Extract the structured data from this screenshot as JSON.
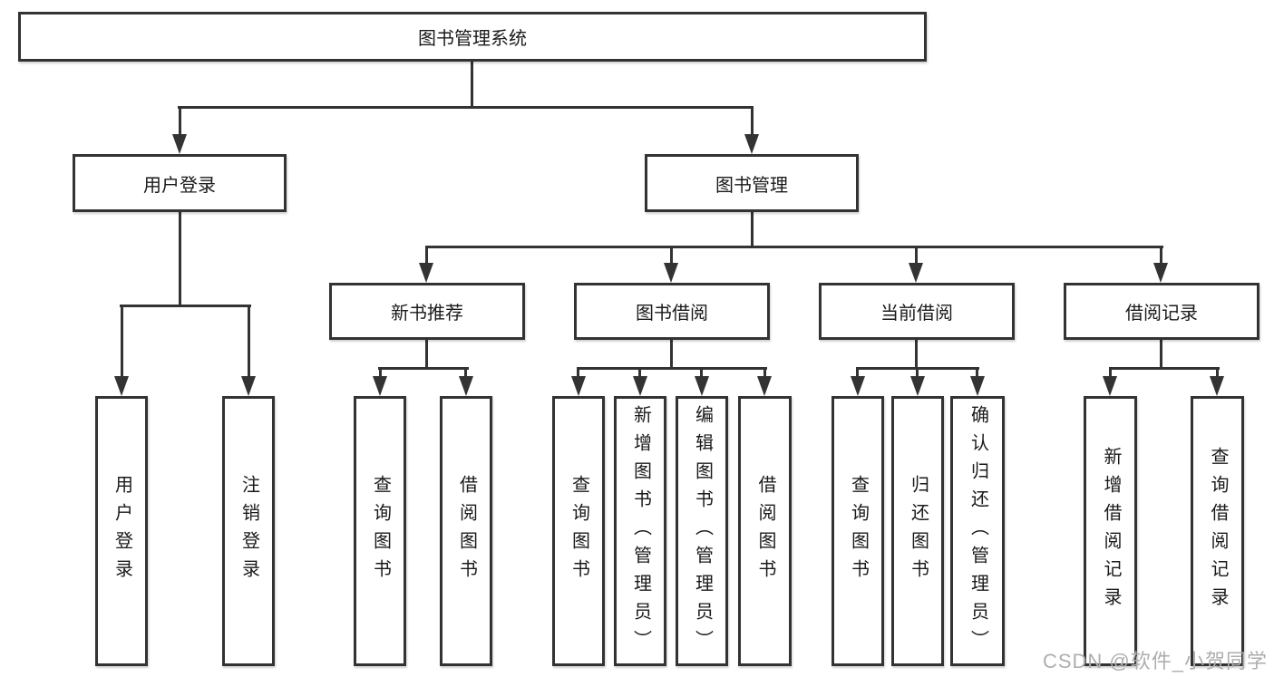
{
  "colors": {
    "line": "#333333",
    "text": "#1a1a1a",
    "box_background": "#ffffff",
    "watermark": "#aeaeae"
  },
  "watermark": {
    "text": "CSDN @软件_小贺同学"
  },
  "tree": {
    "root": {
      "label": "图书管理系统"
    },
    "branches": [
      {
        "label": "用户登录",
        "children": [
          {
            "label": "用户登录"
          },
          {
            "label": "注销登录"
          }
        ]
      },
      {
        "label": "图书管理",
        "children": [
          {
            "label": "新书推荐",
            "children": [
              {
                "label": "查询图书"
              },
              {
                "label": "借阅图书"
              }
            ]
          },
          {
            "label": "图书借阅",
            "children": [
              {
                "label": "查询图书"
              },
              {
                "label": "新增图书（管理员）"
              },
              {
                "label": "编辑图书（管理员）"
              },
              {
                "label": "借阅图书"
              }
            ]
          },
          {
            "label": "当前借阅",
            "children": [
              {
                "label": "查询图书"
              },
              {
                "label": "归还图书"
              },
              {
                "label": "确认归还（管理员）"
              }
            ]
          },
          {
            "label": "借阅记录",
            "children": [
              {
                "label": "新增借阅记录"
              },
              {
                "label": "查询借阅记录"
              }
            ]
          }
        ]
      }
    ]
  }
}
